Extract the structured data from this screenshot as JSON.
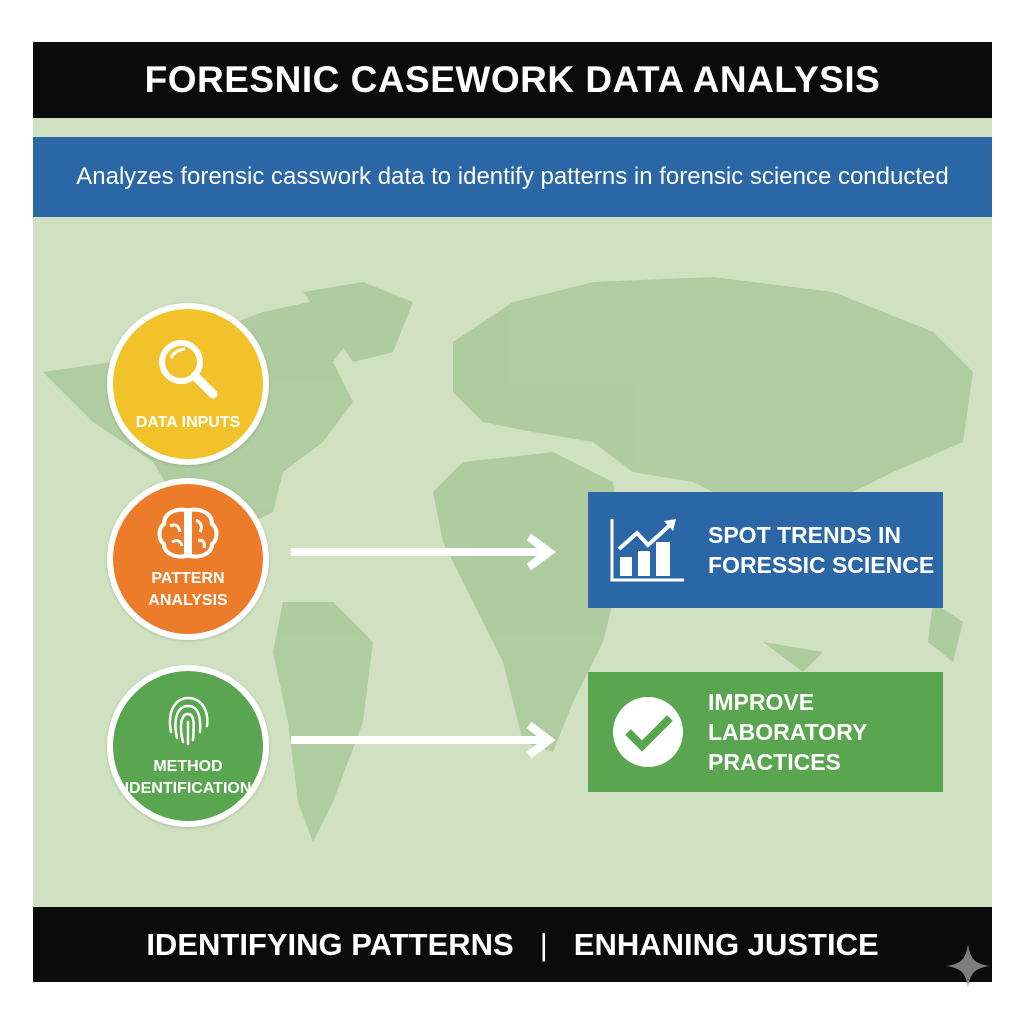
{
  "header": {
    "title": "FORESNIC CASEWORK DATA ANALYSIS"
  },
  "banner": {
    "text": "Analyzes forensic casswork data to identify patterns in forensic science conducted"
  },
  "steps": [
    {
      "label": "DATA INPUTS",
      "icon": "magnifying-glass-icon",
      "color": "#f1c22a"
    },
    {
      "label_line1": "PATTERN",
      "label_line2": "ANALYSIS",
      "icon": "brain-icon",
      "color": "#ec7c2a"
    },
    {
      "label_line1": "METHOD",
      "label_line2": "IDENTIFICATION",
      "icon": "fingerprint-icon",
      "color": "#5aa650"
    }
  ],
  "outcomes": [
    {
      "line1": "SPOT TRENDS IN",
      "line2": "FORESSIC SCIENCE",
      "icon": "trend-chart-icon",
      "color": "#2b66a6"
    },
    {
      "line1": "IMPROVE",
      "line2": "LABORATORY",
      "line3": "PRACTICES",
      "icon": "check-circle-icon",
      "color": "#5aa650"
    }
  ],
  "footer": {
    "left": "IDENTIFYING PATTERNS",
    "separator": "|",
    "right": "ENHANING JUSTICE"
  }
}
